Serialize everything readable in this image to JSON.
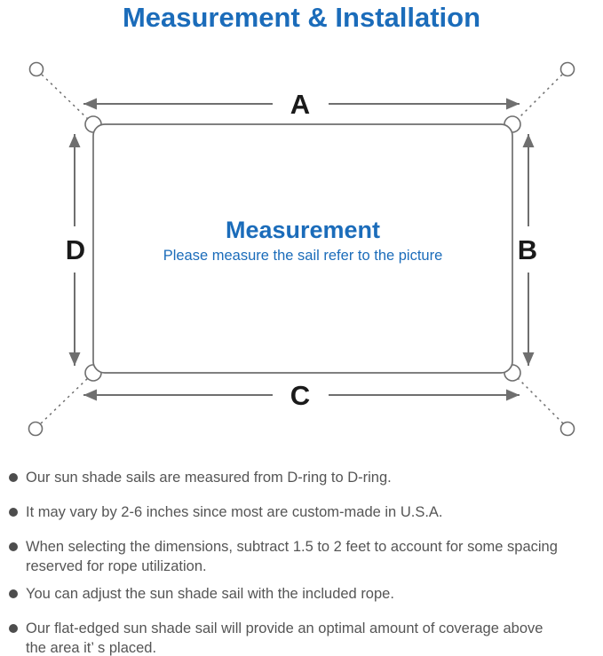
{
  "title": "Measurement & Installation",
  "colors": {
    "accent": "#1b6cba",
    "line": "#6f6f6f",
    "letter": "#1a1a1a",
    "body_text": "#555555",
    "dot": "#4d4d4d"
  },
  "diagram": {
    "labels": {
      "top": "A",
      "right": "B",
      "bottom": "C",
      "left": "D"
    },
    "center_title": "Measurement",
    "center_subtitle": "Please measure the sail refer to the picture"
  },
  "bullets": [
    "Our sun shade sails are measured from D-ring to D-ring.",
    "It may vary by 2-6 inches since most are custom-made in U.S.A.",
    "When selecting the dimensions, subtract 1.5 to 2 feet to account for some spacing\nreserved for rope utilization.",
    "You can adjust the sun shade sail with the included rope.",
    "Our flat-edged sun shade sail will provide an optimal amount of coverage above\nthe area it’ s placed."
  ]
}
